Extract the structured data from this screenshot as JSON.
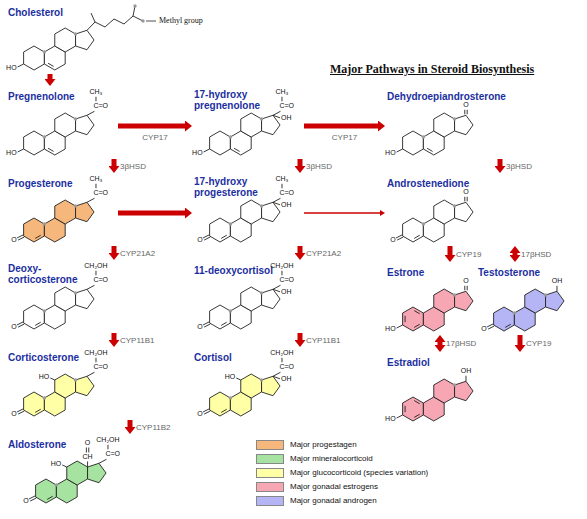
{
  "diagram": {
    "title": "Major Pathways in Steroid Biosynthesis",
    "nodes": [
      {
        "text": [
          "Cholesterol"
        ]
      },
      {
        "text": [
          "Pregnenolone"
        ]
      },
      {
        "text": [
          "17-hydroxy pregnenolone"
        ]
      },
      {
        "text": [
          "Dehydroepiandrosterone"
        ]
      },
      {
        "text": [
          "Progesterone"
        ]
      },
      {
        "text": [
          "17-hydroxy progesterone"
        ]
      },
      {
        "text": [
          "Androstenedione"
        ]
      },
      {
        "text": [
          "Deoxy- corticosterone"
        ]
      },
      {
        "text": [
          "11-deoxycortisol"
        ]
      },
      {
        "text": [
          "Estrone"
        ]
      },
      {
        "text": [
          "Testosterone"
        ]
      },
      {
        "text": [
          "Corticosterone"
        ]
      },
      {
        "text": [
          "Cortisol"
        ]
      },
      {
        "text": [
          "Estradiol"
        ]
      },
      {
        "text": [
          "Aldosterone"
        ]
      }
    ],
    "edges": [
      {
        "from": 0,
        "to": 1,
        "arrow": "to"
      },
      {
        "from": 1,
        "to": 2,
        "label": "CYP17",
        "arrow": "to"
      },
      {
        "from": 2,
        "to": 3,
        "label": "CYP17",
        "arrow": "to"
      },
      {
        "from": 1,
        "to": 4,
        "label": "3βHSD",
        "arrow": "to"
      },
      {
        "from": 2,
        "to": 5,
        "label": "3βHSD",
        "arrow": "to"
      },
      {
        "from": 3,
        "to": 6,
        "label": "3βHSD",
        "arrow": "to"
      },
      {
        "from": 4,
        "to": 5,
        "arrow": "to"
      },
      {
        "from": 5,
        "to": 6,
        "arrow": "to"
      },
      {
        "from": 4,
        "to": 7,
        "label": "CYP21A2",
        "arrow": "to"
      },
      {
        "from": 5,
        "to": 8,
        "label": "CYP21A2",
        "arrow": "to"
      },
      {
        "from": 6,
        "to": 9,
        "label": "CYP19",
        "arrow": "to"
      },
      {
        "from": 6,
        "to": 10,
        "label": "17βHSD",
        "arrow": "both"
      },
      {
        "from": 7,
        "to": 11,
        "label": "CYP11B1",
        "arrow": "to"
      },
      {
        "from": 8,
        "to": 12,
        "label": "CYP11B1",
        "arrow": "to"
      },
      {
        "from": 9,
        "to": 13,
        "label": "17βHSD",
        "arrow": "both"
      },
      {
        "from": 10,
        "to": 13,
        "label": "CYP19",
        "arrow": "to"
      },
      {
        "from": 11,
        "to": 14,
        "label": "CYP11B2",
        "arrow": "to"
      }
    ],
    "labels": [
      "HO",
      "Methyl group",
      "CH₃",
      "C=O",
      "HO",
      "CH₃",
      "C=O",
      "OH",
      "HO",
      "O",
      "HO",
      "CH₃",
      "C=O",
      "O",
      "CH₃",
      "C=O",
      "OH",
      "O",
      "O",
      "O",
      "CH₂OH",
      "C=O",
      "O",
      "CH₂OH",
      "C=O",
      "OH",
      "O",
      "O",
      "HO",
      "OH",
      "O",
      "CH₂OH",
      "C=O",
      "HO",
      "O",
      "CH₂OH",
      "C=O",
      "OH",
      "HO",
      "O",
      "OH",
      "HO",
      "CH₂OH",
      "C=O",
      "O",
      "CH",
      "HO",
      "O"
    ],
    "legend": [
      {
        "text": "Major progestagen",
        "color": "#f5b77b"
      },
      {
        "text": "Major mineralocorticoid",
        "color": "#a6e3a1"
      },
      {
        "text": "Major glucocorticoid (species variation)",
        "color": "#ffffa6"
      },
      {
        "text": "Major gonadal estrogens",
        "color": "#f7a6b3"
      },
      {
        "text": "Major gonadal androgen",
        "color": "#b5b5f5"
      }
    ]
  }
}
